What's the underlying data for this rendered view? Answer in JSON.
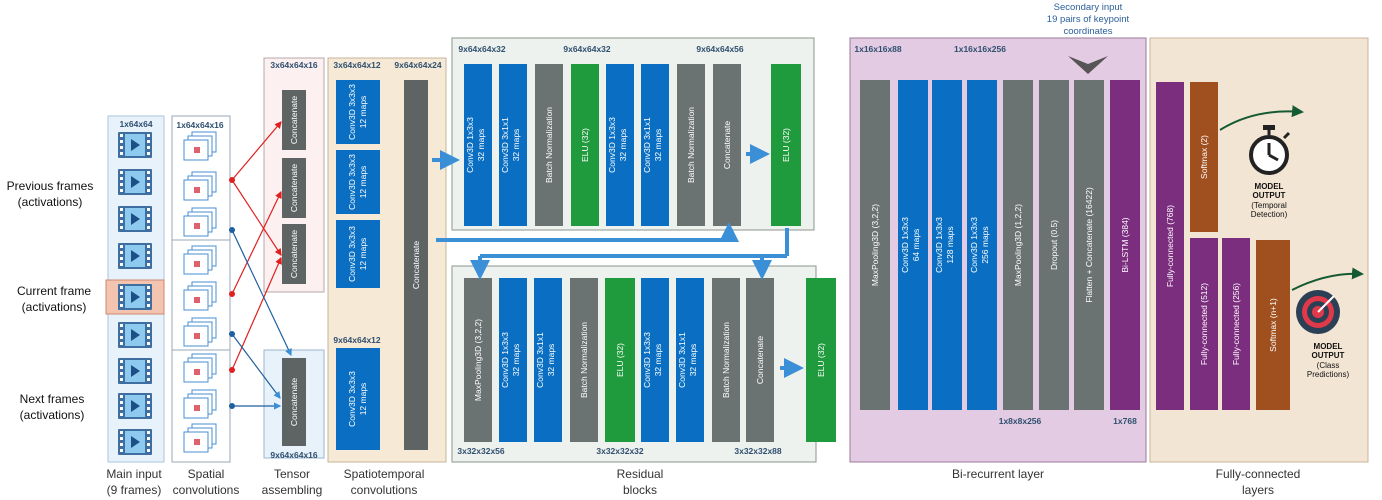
{
  "side_labels": {
    "previous_line1": "Previous frames",
    "previous_line2": "(activations)",
    "current_line1": "Current frame",
    "current_line2": "(activations)",
    "next_line1": "Next frames",
    "next_line2": "(activations)"
  },
  "section_titles": {
    "main_input_1": "Main input",
    "main_input_2": "(9 frames)",
    "spatial_1": "Spatial",
    "spatial_2": "convolutions",
    "tensor_1": "Tensor",
    "tensor_2": "assembling",
    "spatiotemporal_1": "Spatiotemporal",
    "spatiotemporal_2": "convolutions",
    "residual_1": "Residual",
    "residual_2": "blocks",
    "birecurrent": "Bi-recurrent layer",
    "fc_1": "Fully-connected",
    "fc_2": "layers"
  },
  "dims": {
    "input": "1x64x64",
    "spatial": "1x64x64x16",
    "tensor_top": "3x64x64x16",
    "tensor_bottom": "9x64x64x16",
    "st_1": "3x64x64x12",
    "st_2": "9x64x64x24",
    "st_3": "9x64x64x12",
    "res1_a": "9x64x64x32",
    "res1_b": "9x64x64x32",
    "res1_c": "9x64x64x56",
    "res2_a": "3x32x32x56",
    "res2_b": "3x32x32x32",
    "res2_c": "3x32x32x88",
    "bi_a": "1x16x16x88",
    "bi_b": "1x16x16x256",
    "bi_c": "1x8x8x256",
    "bi_d": "1x768"
  },
  "secondary_input": {
    "line1": "Secondary input",
    "line2": "19 pairs of keypoint",
    "line3": "coordinates"
  },
  "tensor_blocks": [
    "Concatenate",
    "Concatenate",
    "Concatenate",
    "Concatenate"
  ],
  "st_blocks": {
    "conv_1": "Conv3D 3x3x3",
    "conv_1b": "12 maps",
    "conv_2": "Conv3D 3x3x3",
    "conv_2b": "12 maps",
    "conv_3": "Conv3D 3x3x3",
    "conv_3b": "12 maps",
    "conv_4": "Conv3D 3x3x3",
    "conv_4b": "12 maps",
    "concat": "Concatenate"
  },
  "res1_blocks": [
    {
      "l1": "Conv3D 1x3x3",
      "l2": "32 maps"
    },
    {
      "l1": "Conv3D 3x1x1",
      "l2": "32 maps"
    },
    {
      "l1": "Batch Normalization",
      "l2": ""
    },
    {
      "l1": "ELU (32)",
      "l2": ""
    },
    {
      "l1": "Conv3D 1x3x3",
      "l2": "32 maps"
    },
    {
      "l1": "Conv3D 3x1x1",
      "l2": "32 maps"
    },
    {
      "l1": "Batch Normalization",
      "l2": ""
    },
    {
      "l1": "Concatenate",
      "l2": ""
    },
    {
      "l1": "ELU (32)",
      "l2": ""
    }
  ],
  "res2_blocks": [
    {
      "l1": "MaxPooling3D (3,2,2)",
      "l2": ""
    },
    {
      "l1": "Conv3D 1x3x3",
      "l2": "32 maps"
    },
    {
      "l1": "Conv3D 3x1x1",
      "l2": "32 maps"
    },
    {
      "l1": "Batch Normalization",
      "l2": ""
    },
    {
      "l1": "ELU (32)",
      "l2": ""
    },
    {
      "l1": "Conv3D 1x3x3",
      "l2": "32 maps"
    },
    {
      "l1": "Conv3D 3x1x1",
      "l2": "32 maps"
    },
    {
      "l1": "Batch Normalization",
      "l2": ""
    },
    {
      "l1": "Concatenate",
      "l2": ""
    },
    {
      "l1": "ELU (32)",
      "l2": ""
    }
  ],
  "bi_blocks": [
    {
      "l1": "MaxPooling3D (3,2,2)",
      "l2": ""
    },
    {
      "l1": "Conv3D 1x3x3",
      "l2": "64 maps"
    },
    {
      "l1": "Conv3D 1x3x3",
      "l2": "128 maps"
    },
    {
      "l1": "Conv3D 1x3x3",
      "l2": "256 maps"
    },
    {
      "l1": "MaxPooling3D (1,2,2)",
      "l2": ""
    },
    {
      "l1": "Dropout (0.5)",
      "l2": ""
    },
    {
      "l1": "Flatten + Concatenate (16422)",
      "l2": ""
    },
    {
      "l1": "Bi-LSTM (384)",
      "l2": ""
    }
  ],
  "fc_blocks": {
    "fc768": "Fully-connected (768)",
    "softmax2": "Softmax (2)",
    "fc512": "Fully-connected (512)",
    "fc256": "Fully-connected (256)",
    "softmaxn": "Softmax (n+1)"
  },
  "outputs": {
    "temporal_1": "MODEL",
    "temporal_2": "OUTPUT",
    "temporal_3": "(Temporal",
    "temporal_4": "Detection)",
    "class_1": "MODEL",
    "class_2": "OUTPUT",
    "class_3": "(Class",
    "class_4": "Predictions)"
  },
  "colors": {
    "blue": "#0a6fc2",
    "gray": "#6b7272",
    "green": "#1f9a3c",
    "purple": "#7b2d7e",
    "brown": "#a0501e",
    "arrow_blue": "#3b8fd6",
    "arrow_red": "#e02020"
  }
}
